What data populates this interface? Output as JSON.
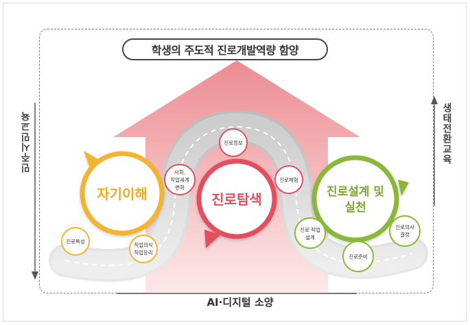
{
  "top_banner": "학생의 주도적 진로개발역량 함양",
  "left_axis": "민주시민교육",
  "right_axis": "생태전환교육",
  "bottom_axis": "AI·디지털 소양",
  "main_circles": {
    "self_understanding": "자기이해",
    "exploration": "진로탐색",
    "design": [
      "진로설계 및",
      "실천"
    ]
  },
  "sub_circles": {
    "traits": "진로특성",
    "ethics": [
      "직업의식",
      "직업윤리"
    ],
    "society": [
      "사회,",
      "직업세계",
      "변화"
    ],
    "info": "진로정보",
    "experience": "진로체험",
    "career_study": [
      "진로·학업",
      "설계"
    ],
    "preparation": "진로준비",
    "decision": [
      "진로의사",
      "결정"
    ]
  },
  "colors": {
    "yellow": "#f2b431",
    "red": "#e2505f",
    "green": "#8bb83a",
    "arrow": "#ec9aa0"
  }
}
